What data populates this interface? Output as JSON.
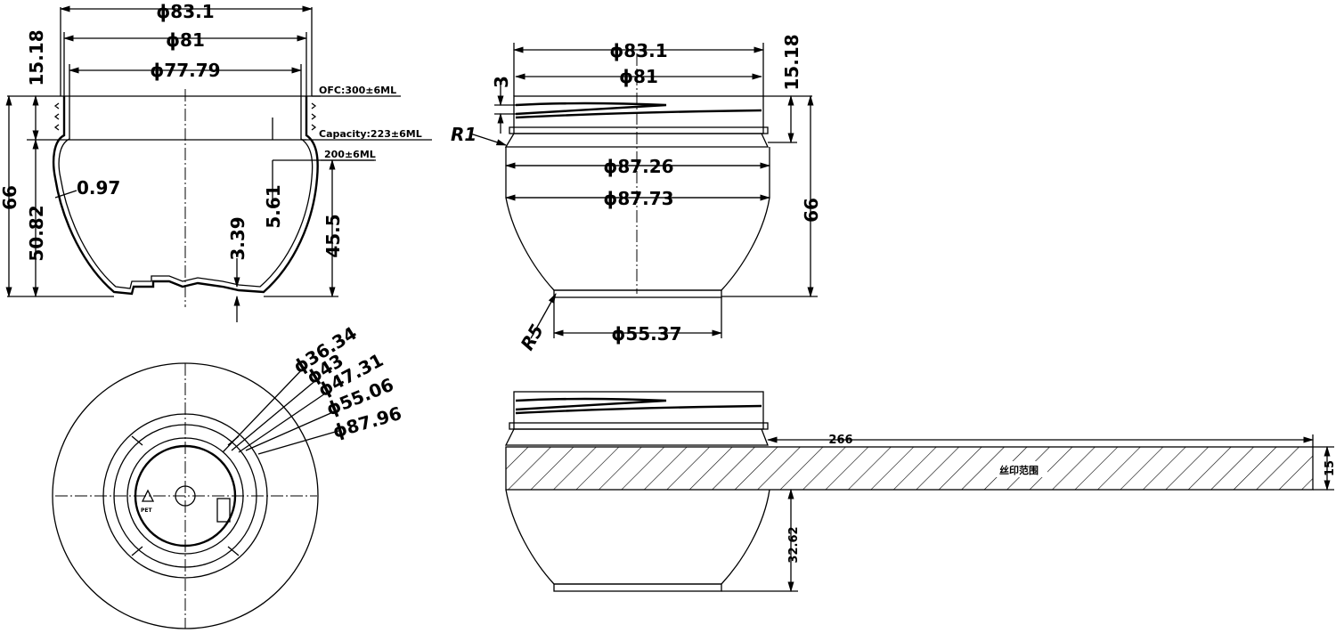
{
  "cross_section": {
    "dims": {
      "outer_dia": "ϕ83.1",
      "mid_dia": "ϕ81",
      "inner_dia": "ϕ77.79",
      "neck_height": "15.18",
      "total_height": "66",
      "body_height": "50.82",
      "wall": "0.97",
      "fill_gap": "5.61",
      "base_depth": "3.39",
      "fill_height": "45.5"
    },
    "notes": {
      "ofc": "OFC:300±6ML",
      "capacity": "Capacity:223±6ML",
      "fill": "200±6ML"
    }
  },
  "side_view": {
    "dims": {
      "outer_dia": "ϕ83.1",
      "thread_dia": "ϕ81",
      "thread_pitch": "3",
      "neck_height": "15.18",
      "radius_top": "R1",
      "shoulder_dia": "ϕ87.26",
      "body_dia": "ϕ87.73",
      "total_height": "66",
      "radius_base": "R5",
      "base_dia": "ϕ55.37"
    }
  },
  "bottom_view": {
    "dims": [
      "ϕ36.34",
      "ϕ43",
      "ϕ47.31",
      "ϕ55.06",
      "ϕ87.96"
    ],
    "mark": "PET"
  },
  "print_view": {
    "dims": {
      "print_length": "266",
      "print_height": "15",
      "print_offset": "32.62"
    },
    "area_label": "丝印范围"
  }
}
